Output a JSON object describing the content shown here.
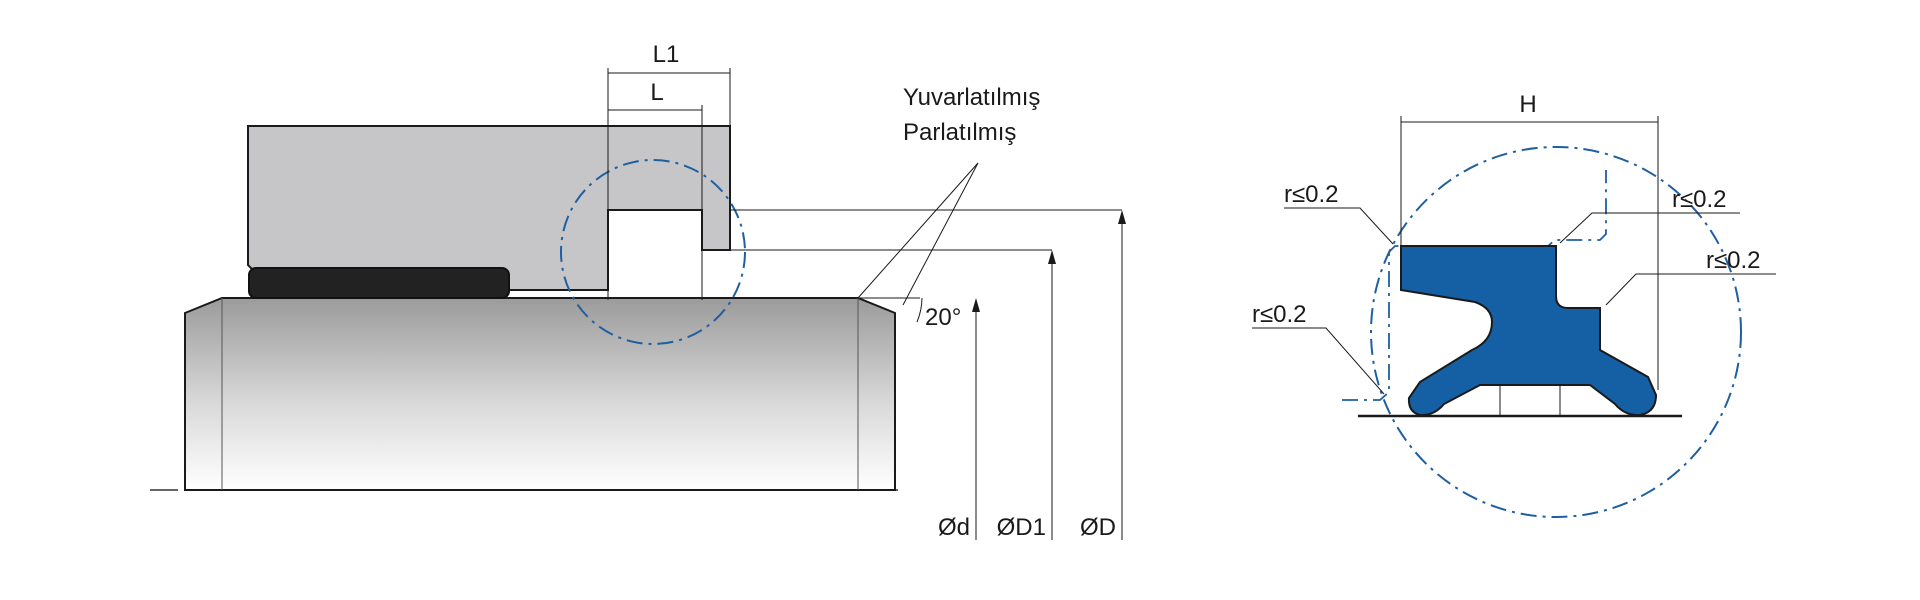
{
  "left_drawing": {
    "dimension_L1": "L1",
    "dimension_L": "L",
    "note_line1": "Yuvarlatılmış",
    "note_line2": "Parlatılmış",
    "angle": "20°",
    "dia_d": "Ød",
    "dia_D1": "ØD1",
    "dia_D": "ØD"
  },
  "right_drawing": {
    "dimension_H": "H",
    "radius_top_left": "r≤0.2",
    "radius_top_right": "r≤0.2",
    "radius_right": "r≤0.2",
    "radius_left": "r≤0.2"
  },
  "colors": {
    "seal_blue": "#1560a5",
    "housing_gray": "#c6c6c8",
    "detail_circle": "#1f5fa0",
    "oring_black": "#222222"
  }
}
